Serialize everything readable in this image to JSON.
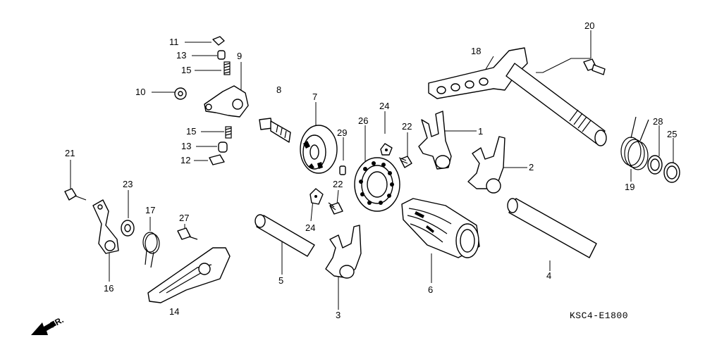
{
  "diagram": {
    "code": "KSC4-E1800",
    "direction_label": "FR.",
    "callouts": {
      "p1": "1",
      "p2": "2",
      "p3": "3",
      "p4": "4",
      "p5": "5",
      "p6": "6",
      "p7": "7",
      "p8": "8",
      "p9": "9",
      "p10": "10",
      "p11": "11",
      "p12": "12",
      "p13a": "13",
      "p13b": "13",
      "p14": "14",
      "p15a": "15",
      "p15b": "15",
      "p16": "16",
      "p17": "17",
      "p18": "18",
      "p19": "19",
      "p20": "20",
      "p21": "21",
      "p22a": "22",
      "p22b": "22",
      "p23": "23",
      "p24a": "24",
      "p24b": "24",
      "p25": "25",
      "p26": "26",
      "p27": "27",
      "p28": "28",
      "p29": "29"
    }
  }
}
